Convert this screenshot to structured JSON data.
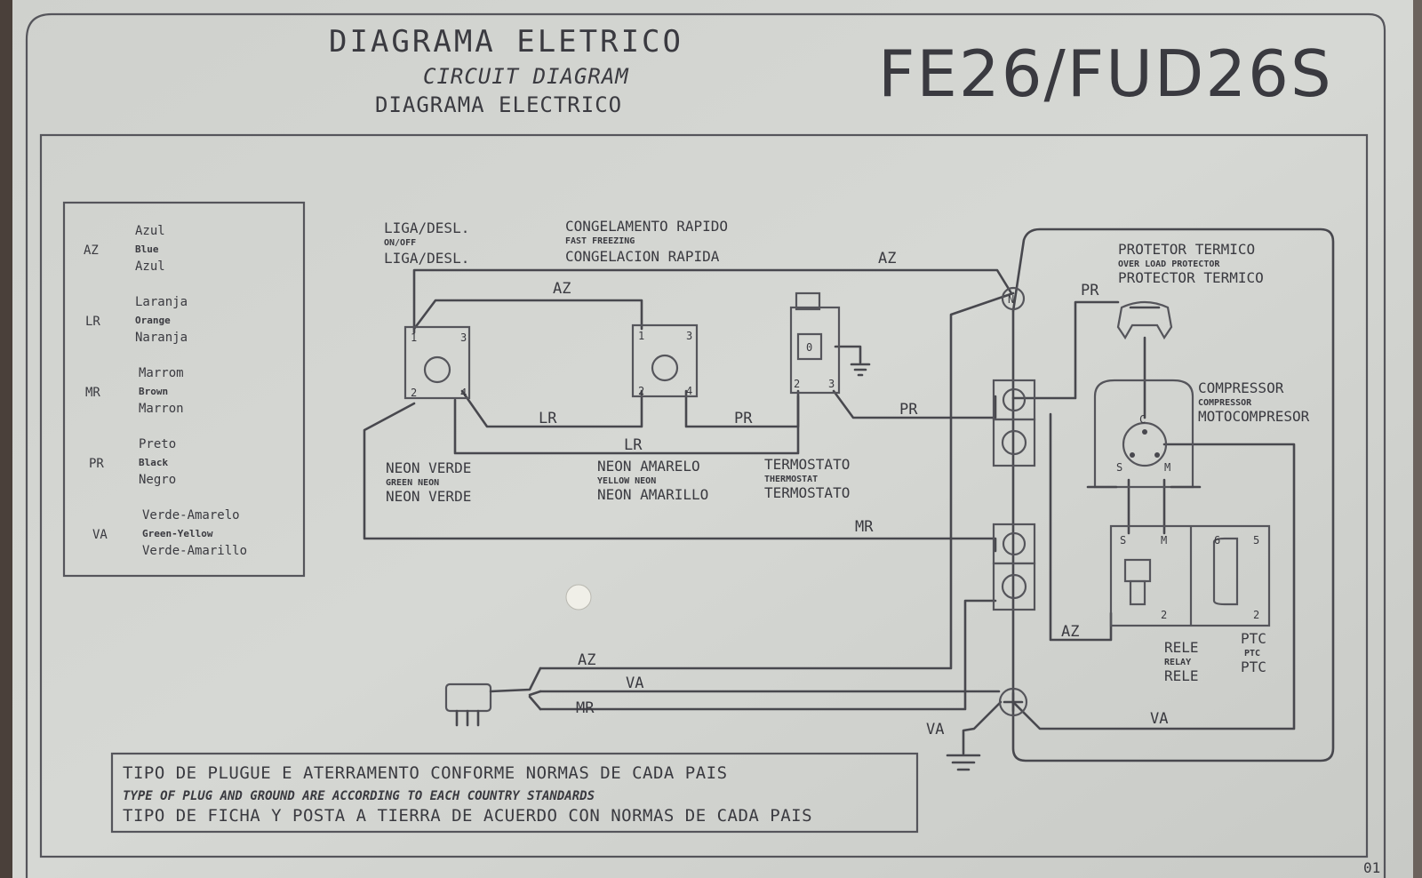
{
  "header": {
    "title_pt": "DIAGRAMA ELETRICO",
    "title_en": "CIRCUIT DIAGRAM",
    "title_es": "DIAGRAMA ELECTRICO",
    "model": "FE26/FUD26S"
  },
  "legend": [
    {
      "code": "AZ",
      "pt": "Azul",
      "en": "Blue",
      "es": "Azul"
    },
    {
      "code": "LR",
      "pt": "Laranja",
      "en": "Orange",
      "es": "Naranja"
    },
    {
      "code": "MR",
      "pt": "Marrom",
      "en": "Brown",
      "es": "Marron"
    },
    {
      "code": "PR",
      "pt": "Preto",
      "en": "Black",
      "es": "Negro"
    },
    {
      "code": "VA",
      "pt": "Verde-Amarelo",
      "en": "Green-Yellow",
      "es": "Verde-Amarillo"
    }
  ],
  "switch_label": {
    "pt": "LIGA/DESL.",
    "en": "ON/OFF",
    "es": "LIGA/DESL."
  },
  "fast_freeze_label": {
    "pt": "CONGELAMENTO RAPIDO",
    "en": "FAST FREEZING",
    "es": "CONGELACION RAPIDA"
  },
  "components": {
    "neon_green": {
      "pt": "NEON VERDE",
      "en": "GREEN NEON",
      "es": "NEON VERDE"
    },
    "neon_yellow": {
      "pt": "NEON AMARELO",
      "en": "YELLOW NEON",
      "es": "NEON AMARILLO"
    },
    "thermostat": {
      "pt": "TERMOSTATO",
      "en": "THERMOSTAT",
      "es": "TERMOSTATO"
    },
    "thermal_protector": {
      "pt": "PROTETOR TERMICO",
      "en": "OVER LOAD PROTECTOR",
      "es": "PROTECTOR TERMICO"
    },
    "compressor": {
      "pt": "COMPRESSOR",
      "en": "COMPRESSOR",
      "es": "MOTOCOMPRESOR"
    },
    "relay": {
      "pt": "RELE",
      "en": "RELAY",
      "es": "RELE"
    },
    "ptc": {
      "pt": "PTC",
      "en": "PTC",
      "es": "PTC"
    }
  },
  "wires": {
    "az_top": "AZ",
    "az_mid": "AZ",
    "lr_1": "LR",
    "lr_2": "LR",
    "pr_1": "PR",
    "pr_2": "PR",
    "pr_3": "PR",
    "mr_1": "MR",
    "az_comp": "AZ",
    "az_plug": "AZ",
    "va_plug": "VA",
    "mr_plug": "MR",
    "va_ground": "VA",
    "va_bottom": "VA"
  },
  "terminals": {
    "sw1": {
      "t1": "1",
      "t2": "2",
      "t3": "3",
      "t4": "4"
    },
    "sw2": {
      "t1": "1",
      "t2": "2",
      "t3": "3",
      "t4": "4"
    },
    "thermo": {
      "t2": "2",
      "t3": "3",
      "center": "0"
    },
    "neutral": "N",
    "compressor": {
      "c": "C",
      "s": "S",
      "m": "M"
    },
    "relay": {
      "s": "S",
      "m": "M",
      "n2": "2"
    },
    "ptc": {
      "n6": "6",
      "n5": "5",
      "n2": "2"
    }
  },
  "note": {
    "pt": "TIPO DE PLUGUE E ATERRAMENTO CONFORME NORMAS DE CADA PAIS",
    "en": "TYPE OF PLUG AND GROUND ARE ACCORDING TO EACH COUNTRY STANDARDS",
    "es": "TIPO DE FICHA Y POSTA A TIERRA DE ACUERDO CON NORMAS DE CADA PAIS"
  },
  "page_number": "01",
  "colors": {
    "plate": "#d4d6d2",
    "ink": "#3a3a40"
  }
}
